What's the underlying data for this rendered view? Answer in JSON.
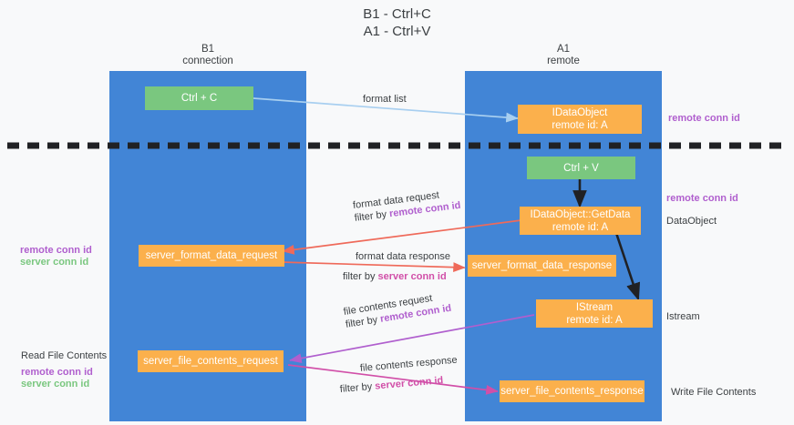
{
  "title": {
    "line1": "B1 - Ctrl+C",
    "line2": "A1 - Ctrl+V"
  },
  "columns": [
    {
      "name": "B1",
      "role": "connection"
    },
    {
      "name": "A1",
      "role": "remote"
    }
  ],
  "nodes": {
    "ctrl_c": "Ctrl + C",
    "ctrl_v": "Ctrl + V",
    "idataobject_title": "IDataObject",
    "idataobject_sub": "remote id: A",
    "getdata_title": "IDataObject::GetData",
    "getdata_sub": "remote id: A",
    "istream_title": "IStream",
    "istream_sub": "remote id: A",
    "server_format_data_request": "server_format_data_request",
    "server_format_data_response": "server_format_data_response",
    "server_file_contents_request": "server_file_contents_request",
    "server_file_contents_response": "server_file_contents_response"
  },
  "edge_labels": {
    "format_list": "format list",
    "format_data_request": "format data request",
    "format_data_request_filter_prefix": "filter by ",
    "format_data_request_filter_key": "remote conn id",
    "format_data_response": "format data response",
    "format_data_response_filter_prefix": "filter by ",
    "format_data_response_filter_key": "server conn id",
    "file_contents_request": "file contents request",
    "file_contents_request_filter_prefix": "filter by ",
    "file_contents_request_filter_key": "remote conn id",
    "file_contents_response": "file contents response",
    "file_contents_response_filter_prefix": "filter by ",
    "file_contents_response_filter_key": "server conn id"
  },
  "side_labels": {
    "right_remote_conn_id_top": "remote conn id",
    "right_remote_conn_id_mid": "remote conn id",
    "right_dataobject": "DataObject",
    "right_istream": "Istream",
    "right_write_file_contents": "Write File Contents",
    "left_remote_conn_id_mid": "remote conn id",
    "left_server_conn_id_mid": "server conn id",
    "left_read_file_contents": "Read File Contents",
    "left_remote_conn_id_bottom": "remote conn id",
    "left_server_conn_id_bottom": "server conn id"
  },
  "colors": {
    "lane": "#4285d6",
    "node_green": "#7ac77f",
    "node_orange": "#fbb04c",
    "purple": "#b05fce",
    "magenta": "#d14fa8",
    "green_text": "#7ac77f",
    "arrow_blue": "#a8cff0",
    "arrow_red": "#ef6a5a",
    "arrow_black": "#202124",
    "divider": "#202124",
    "page_bg": "#f8f9fa"
  }
}
